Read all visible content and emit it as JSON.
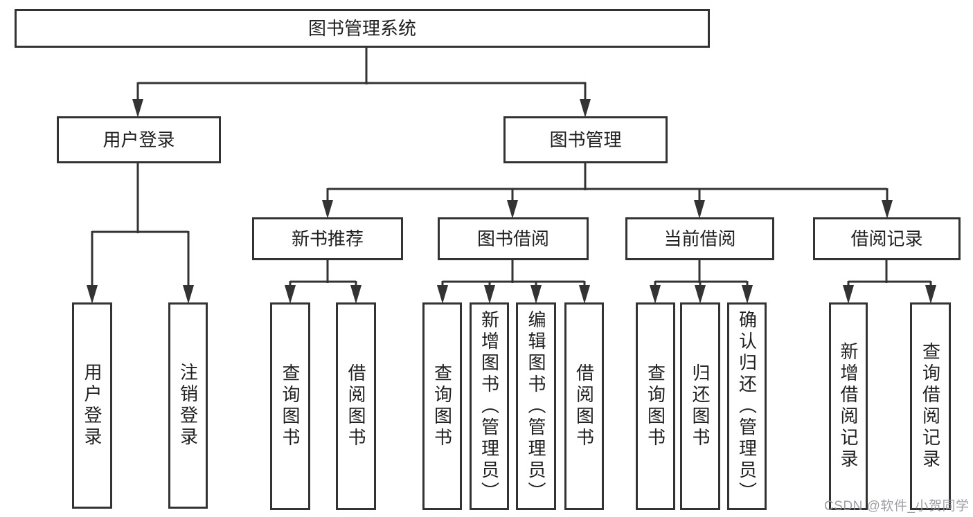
{
  "diagram": {
    "root": {
      "label": "图书管理系统"
    },
    "branches": [
      {
        "label": "用户登录",
        "children": [
          {
            "label": "用户登录"
          },
          {
            "label": "注销登录"
          }
        ]
      },
      {
        "label": "图书管理",
        "children": [
          {
            "label": "新书推荐",
            "children": [
              {
                "label": "查询图书"
              },
              {
                "label": "借阅图书"
              }
            ]
          },
          {
            "label": "图书借阅",
            "children": [
              {
                "label": "查询图书"
              },
              {
                "label": "新增图书（管理员）"
              },
              {
                "label": "编辑图书（管理员）"
              },
              {
                "label": "借阅图书"
              }
            ]
          },
          {
            "label": "当前借阅",
            "children": [
              {
                "label": "查询图书"
              },
              {
                "label": "归还图书"
              },
              {
                "label": "确认归还（管理员）"
              }
            ]
          },
          {
            "label": "借阅记录",
            "children": [
              {
                "label": "新增借阅记录"
              },
              {
                "label": "查询借阅记录"
              }
            ]
          }
        ]
      }
    ]
  },
  "watermark": {
    "text": "CSDN @软件_小贺同学"
  },
  "colors": {
    "background": "#ffffff",
    "line": "#333333",
    "box_border": "#333333",
    "text": "#1f1f1f",
    "watermark": "#96989e"
  }
}
